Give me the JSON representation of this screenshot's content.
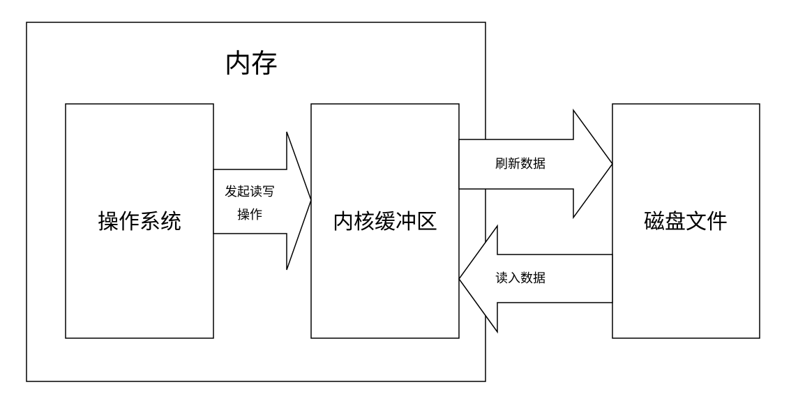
{
  "memory": {
    "title": "内存"
  },
  "nodes": {
    "os": "操作系统",
    "kernel_buffer": "内核缓冲区",
    "disk_file": "磁盘文件"
  },
  "edges": {
    "read_write": {
      "line1": "发起读写",
      "line2": "操作"
    },
    "flush": "刷新数据",
    "read_in": "读入数据"
  },
  "colors": {
    "stroke": "#000000",
    "fill": "#ffffff",
    "text": "#000000"
  }
}
